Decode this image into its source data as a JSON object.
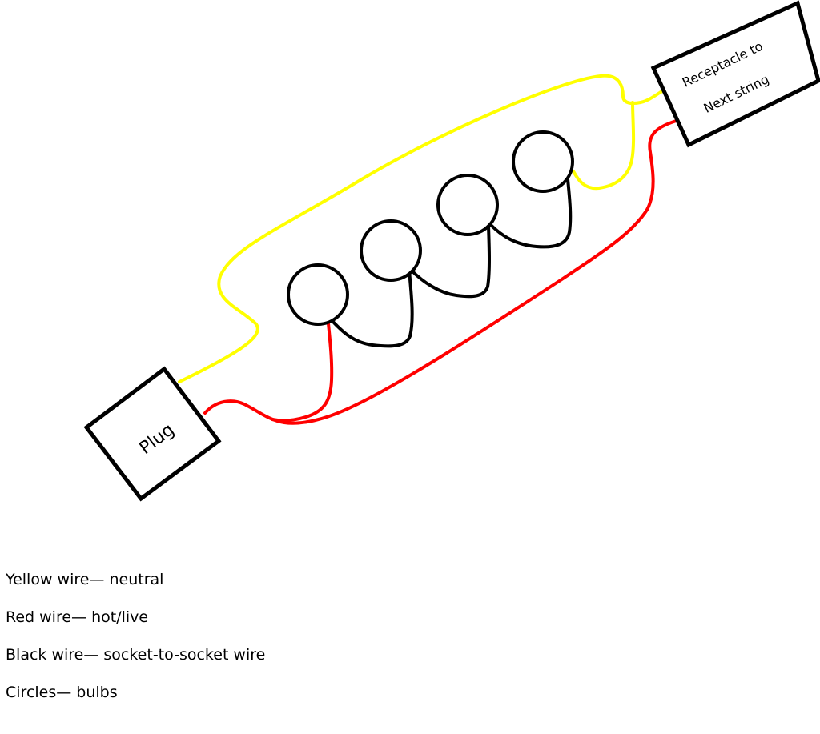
{
  "colors": {
    "neutral_wire": "#ffff00",
    "hot_wire": "#ff0000",
    "socket_wire": "#000000"
  },
  "plug": {
    "label": "Plug"
  },
  "receptacle": {
    "line1": "Receptacle to",
    "line2": "Next string"
  },
  "bulbs": [
    {
      "label": ""
    },
    {
      "label": ""
    },
    {
      "label": ""
    },
    {
      "label": ""
    }
  ],
  "legend": [
    "Yellow wire— neutral",
    "Red wire— hot/live",
    "Black wire— socket-to-socket wire",
    "Circles— bulbs"
  ]
}
